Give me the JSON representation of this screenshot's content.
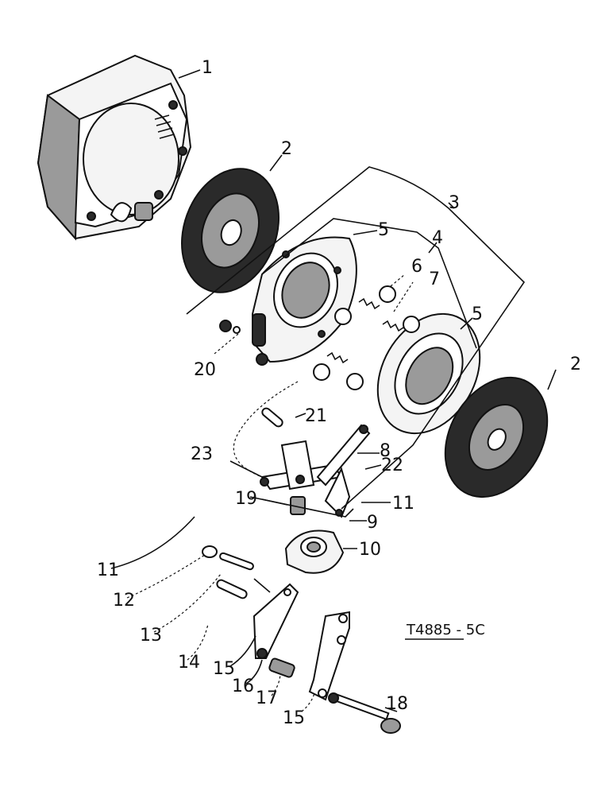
{
  "diagram": {
    "reference_code": "T4885 - 5C",
    "callouts": {
      "c1": "1",
      "c2a": "2",
      "c2b": "2",
      "c3": "3",
      "c4": "4",
      "c5a": "5",
      "c5b": "5",
      "c6": "6",
      "c7": "7",
      "c8": "8",
      "c9": "9",
      "c10": "10",
      "c11a": "11",
      "c11b": "11",
      "c12": "12",
      "c13": "13",
      "c14": "14",
      "c15a": "15",
      "c15b": "15",
      "c16": "16",
      "c17": "17",
      "c18": "18",
      "c19": "19",
      "c20": "20",
      "c21": "21",
      "c22": "22",
      "c23": "23"
    }
  }
}
